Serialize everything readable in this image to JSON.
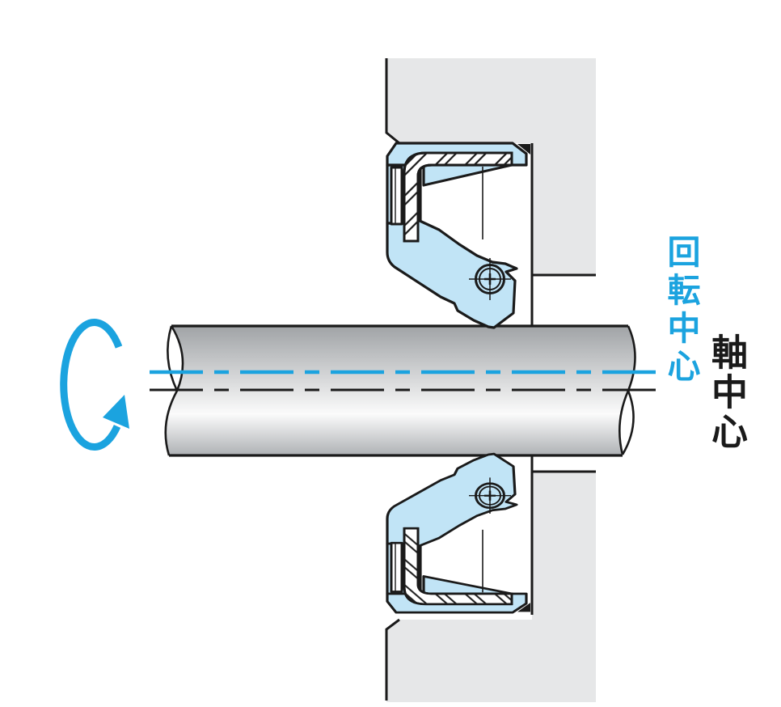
{
  "diagram": {
    "labels": {
      "rotation_center": "回転中心",
      "shaft_center": "軸中心"
    },
    "colors": {
      "accent": "#1BA3DF",
      "seal_blue": "#C1E4F6",
      "housing_gray": "#E6E7E8",
      "outline": "#1A1A1A",
      "shaft_dark": "#A0A3A6",
      "shaft_light": "#FBFBFB",
      "shaft_mid": "#AEB1B4",
      "background": "#FFFFFF"
    },
    "icons": {
      "rotation_arrow": "rotation-direction-arrow"
    }
  }
}
